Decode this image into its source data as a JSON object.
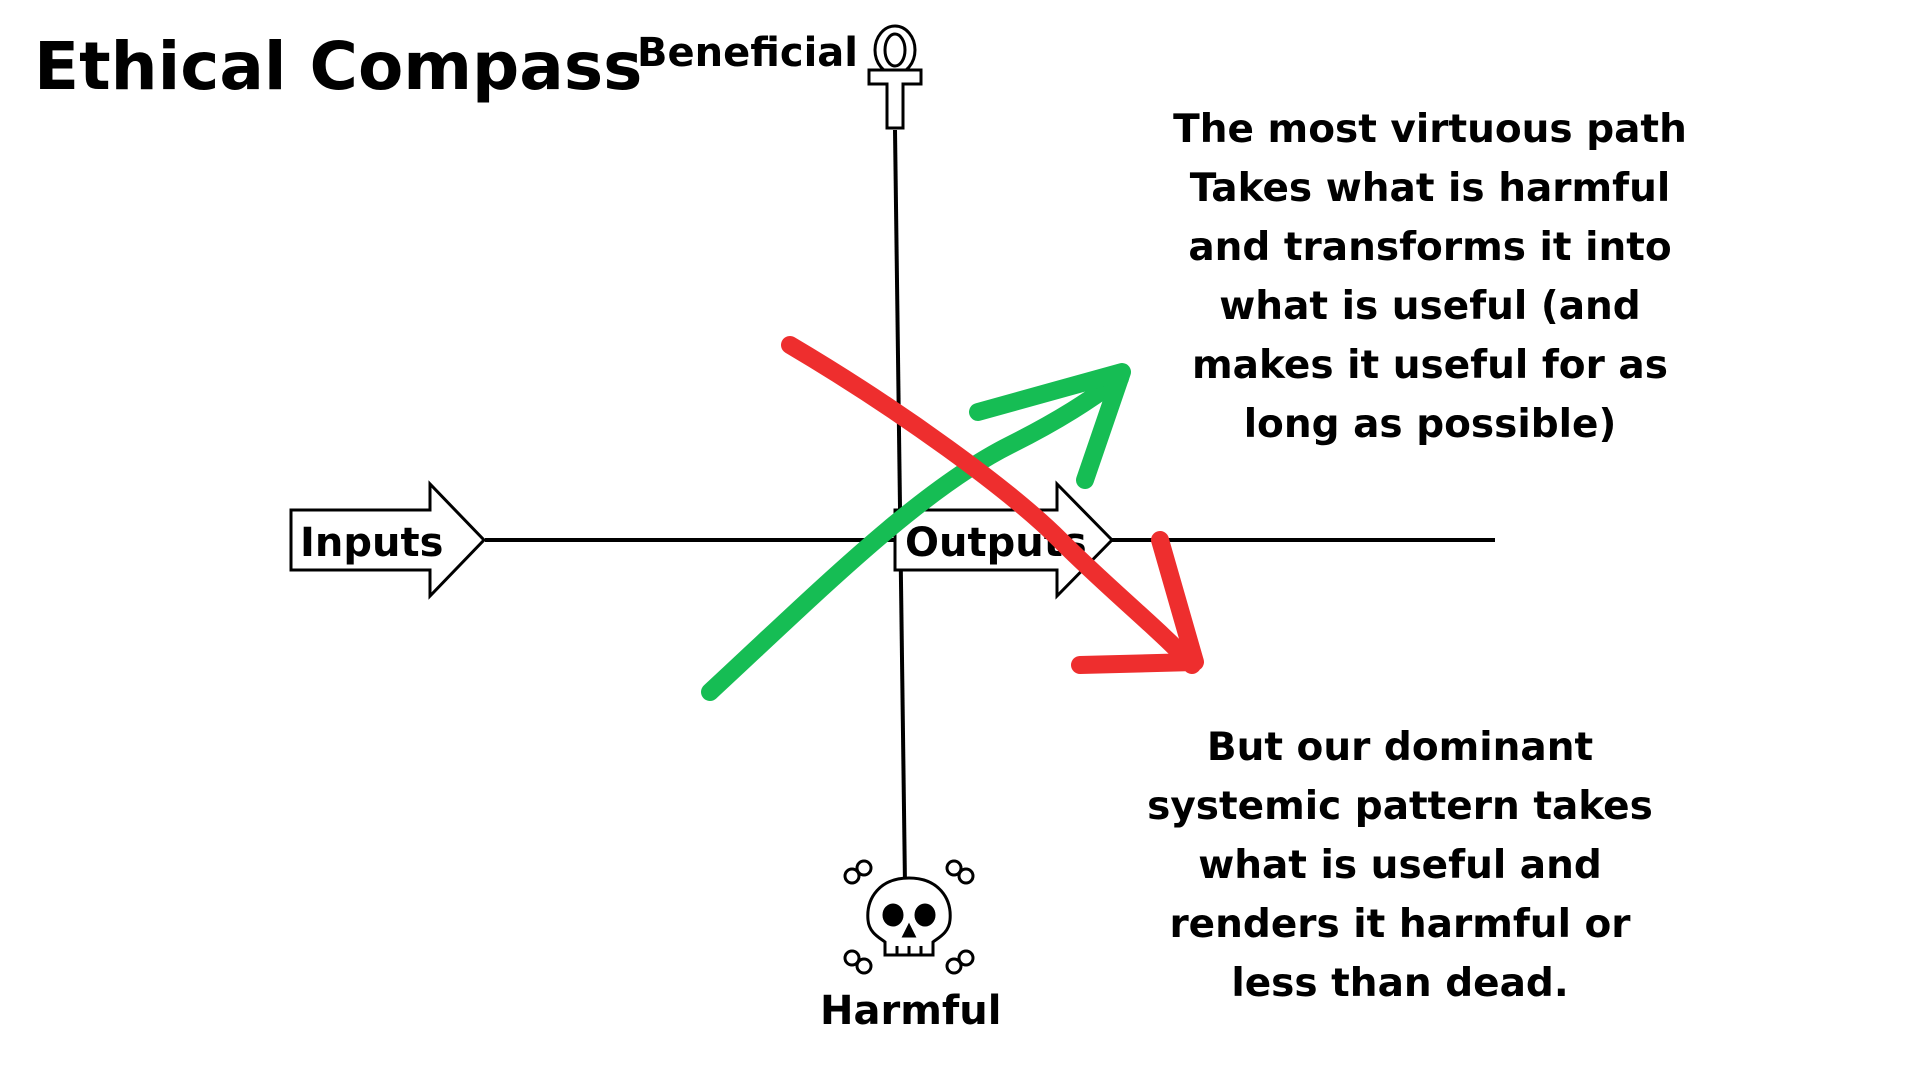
{
  "title": "Ethical Compass",
  "axes": {
    "top_label": "Beneficial",
    "bottom_label": "Harmful",
    "input_label": "Inputs",
    "output_label": "Outputs"
  },
  "text": {
    "virtuous_path": "The most virtuous path\nTakes what is harmful\nand transforms it into\nwhat is useful (and\nmakes it useful for as\nlong as possible)",
    "dominant_pattern": "But our dominant\nsystemic pattern takes\nwhat is useful and\nrenders it harmful or\nless than dead."
  },
  "icons": {
    "top": "ankh-icon",
    "bottom": "skull-crossbones-icon"
  },
  "colors": {
    "virtuous_arrow": "#16bd54",
    "dominant_arrow": "#ee2e2e",
    "ink": "#000000",
    "background": "#ffffff"
  }
}
